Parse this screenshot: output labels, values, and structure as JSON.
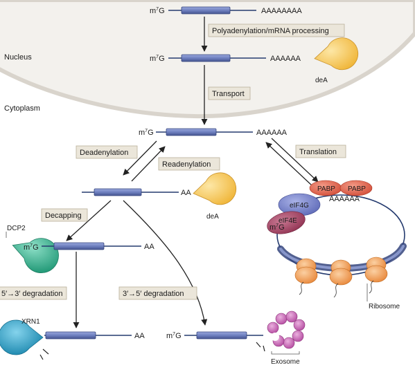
{
  "regions": {
    "nucleus": "Nucleus",
    "cytoplasm": "Cytoplasm"
  },
  "steps": {
    "polyadenylation": "Polyadenylation/mRNA processing",
    "transport": "Transport",
    "deadenylation": "Deadenylation",
    "readenylation": "Readenylation",
    "translation": "Translation",
    "decapping": "Decapping",
    "degradation_53": "5′→3′ degradation",
    "degradation_35": "3′→5′ degradation"
  },
  "mrna": {
    "cap": "m7G",
    "cap_base": "m",
    "cap_sup": "7",
    "cap_end": "G",
    "tail_1": "AAAAAAAA",
    "tail_2": "AAAAAA",
    "tail_3": "AAAAAA",
    "tail_4": "AA",
    "tail_5": "AA",
    "tail_6": "AA",
    "tail_translation": "AAAAAA"
  },
  "proteins": {
    "deA_1": "deA",
    "deA_2": "deA",
    "dcp2": "DCP2",
    "xrn1": "XRN1",
    "pabp_1": "PABP",
    "pabp_2": "PABP",
    "eif4g": "eIF4G",
    "eif4e": "eIF4E",
    "ribosome": "Ribosome",
    "exosome": "Exosome"
  },
  "colors": {
    "mrna_bar": "#6f80c0",
    "nucleus_membrane": "#e6e2dc",
    "label_box": "#ebe6da",
    "deA": "#f5c451",
    "dcp2": "#39b28f",
    "xrn1": "#2b9fc4",
    "pabp": "#e0614a",
    "eif4g": "#6a76c4",
    "eif4e": "#9c3a5a",
    "ribosome": "#f2a35a",
    "exosome": "#c45fb0"
  }
}
